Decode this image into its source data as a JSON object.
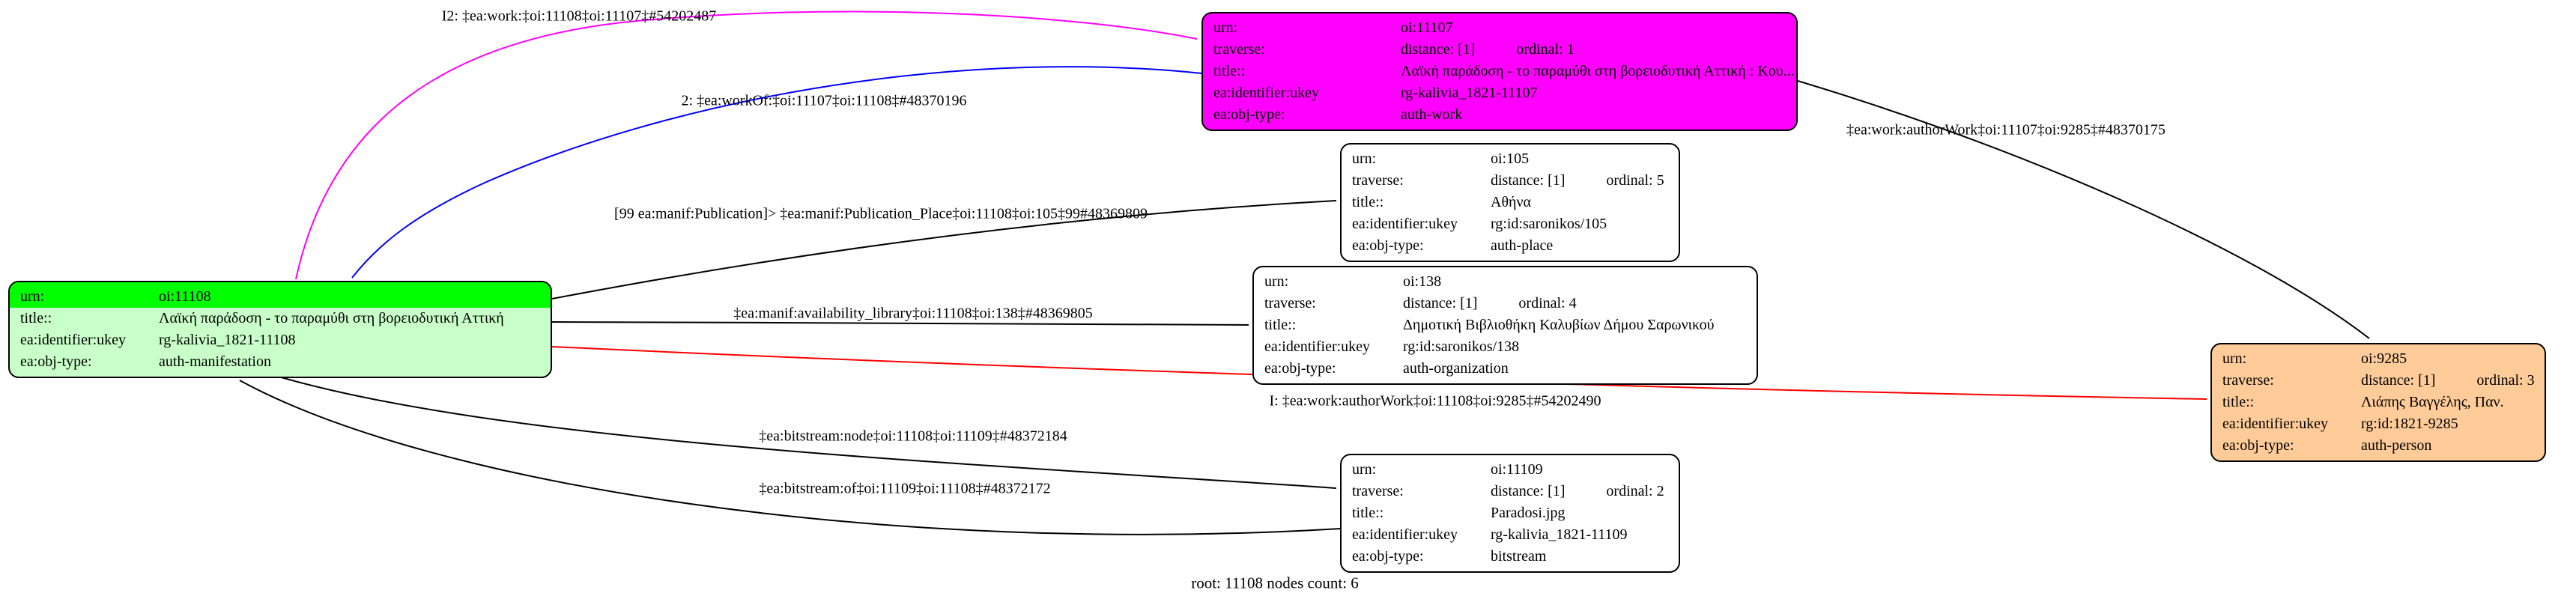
{
  "graph": {
    "footer": "root: 11108 nodes count: 6",
    "nodes": [
      {
        "id": "oi:11108",
        "bg": "#c9ffc9",
        "header_bg": "#00ff00",
        "rows": [
          {
            "k": "urn:",
            "v": "oi:11108",
            "header": true
          },
          {
            "k": "title::",
            "v": "Λαϊκή παράδοση - το παραμύθι στη βορειοδυτική Αττική"
          },
          {
            "k": "ea:identifier:ukey",
            "v": "rg-kalivia_1821-11108"
          },
          {
            "k": "ea:obj-type:",
            "v": "auth-manifestation"
          }
        ]
      },
      {
        "id": "oi:11107",
        "bg": "#ff00ff",
        "rows": [
          {
            "k": "urn:",
            "v": "oi:11107"
          },
          {
            "k": "traverse:",
            "v": "distance: [1]",
            "v2": "ordinal: 1"
          },
          {
            "k": "title::",
            "v": "Λαϊκή παράδοση - το παραμύθι στη βορειοδυτική Αττική : Κου..."
          },
          {
            "k": "ea:identifier:ukey",
            "v": "rg-kalivia_1821-11107"
          },
          {
            "k": "ea:obj-type:",
            "v": "auth-work"
          }
        ]
      },
      {
        "id": "oi:105",
        "bg": "#ffffff",
        "rows": [
          {
            "k": "urn:",
            "v": "oi:105"
          },
          {
            "k": "traverse:",
            "v": "distance: [1]",
            "v2": "ordinal: 5"
          },
          {
            "k": "title::",
            "v": "Αθήνα"
          },
          {
            "k": "ea:identifier:ukey",
            "v": "rg:id:saronikos/105"
          },
          {
            "k": "ea:obj-type:",
            "v": "auth-place"
          }
        ]
      },
      {
        "id": "oi:138",
        "bg": "#ffffff",
        "rows": [
          {
            "k": "urn:",
            "v": "oi:138"
          },
          {
            "k": "traverse:",
            "v": "distance: [1]",
            "v2": "ordinal: 4"
          },
          {
            "k": "title::",
            "v": "Δημοτική Βιβλιοθήκη Καλυβίων Δήμου Σαρωνικού"
          },
          {
            "k": "ea:identifier:ukey",
            "v": "rg:id:saronikos/138"
          },
          {
            "k": "ea:obj-type:",
            "v": "auth-organization"
          }
        ]
      },
      {
        "id": "oi:11109",
        "bg": "#ffffff",
        "rows": [
          {
            "k": "urn:",
            "v": "oi:11109"
          },
          {
            "k": "traverse:",
            "v": "distance: [1]",
            "v2": "ordinal: 2"
          },
          {
            "k": "title::",
            "v": "Paradosi.jpg"
          },
          {
            "k": "ea:identifier:ukey",
            "v": "rg-kalivia_1821-11109"
          },
          {
            "k": "ea:obj-type:",
            "v": "bitstream"
          }
        ]
      },
      {
        "id": "oi:9285",
        "bg": "#ffcc99",
        "rows": [
          {
            "k": "urn:",
            "v": "oi:9285"
          },
          {
            "k": "traverse:",
            "v": "distance: [1]",
            "v2": "ordinal: 3"
          },
          {
            "k": "title::",
            "v": "Λιάπης Βαγγέλης, Παν."
          },
          {
            "k": "ea:identifier:ukey",
            "v": "rg:id:1821-9285"
          },
          {
            "k": "ea:obj-type:",
            "v": "auth-person"
          }
        ]
      }
    ],
    "edges": [
      {
        "label": "I2: ‡ea:work:‡oi:11108‡oi:11107‡#54202487",
        "color": "#ff00ff",
        "marker": "magenta"
      },
      {
        "label": "2: ‡ea:workOf:‡oi:11107‡oi:11108‡#48370196",
        "color": "#0000ff",
        "marker": "blue"
      },
      {
        "label": "[99 ea:manif:Publication]> ‡ea:manif:Publication_Place‡oi:11108‡oi:105‡99#48369809",
        "color": "#000000",
        "marker": "black"
      },
      {
        "label": "‡ea:manif:availability_library‡oi:11108‡oi:138‡#48369805",
        "color": "#000000",
        "marker": "black"
      },
      {
        "label": "I: ‡ea:work:authorWork‡oi:11108‡oi:9285‡#54202490",
        "color": "#ff0000",
        "marker": "red"
      },
      {
        "label": "‡ea:bitstream:node‡oi:11108‡oi:11109‡#48372184",
        "color": "#000000",
        "marker": "black"
      },
      {
        "label": "‡ea:bitstream:of‡oi:11109‡oi:11108‡#48372172",
        "color": "#000000",
        "marker": "black"
      },
      {
        "label": "‡ea:work:authorWork‡oi:11107‡oi:9285‡#48370175",
        "color": "#000000",
        "marker": "black"
      }
    ]
  }
}
